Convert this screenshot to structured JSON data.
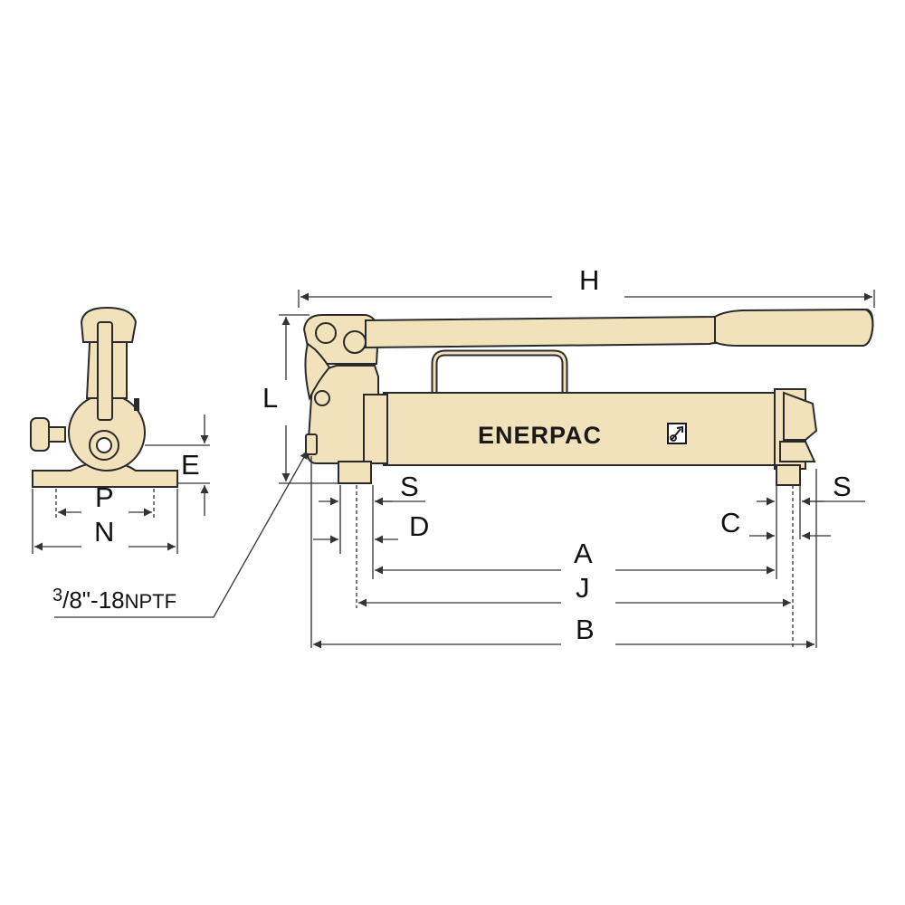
{
  "diagram": {
    "brand": "ENERPAC",
    "brand_mark": "wrench-logo-icon",
    "colors": {
      "body": "#f2e2bb",
      "outline": "#2a2a2a",
      "dim_line": "#333333",
      "background": "#ffffff"
    },
    "dimension_labels": {
      "H": "H",
      "L": "L",
      "S_left": "S",
      "S_right": "S",
      "D": "D",
      "C": "C",
      "A": "A",
      "J": "J",
      "B": "B",
      "E": "E",
      "P": "P",
      "N": "N"
    },
    "port_note": {
      "fraction_num": "3",
      "fraction_rest": "/8\"-18",
      "thread": "NPTF"
    }
  }
}
